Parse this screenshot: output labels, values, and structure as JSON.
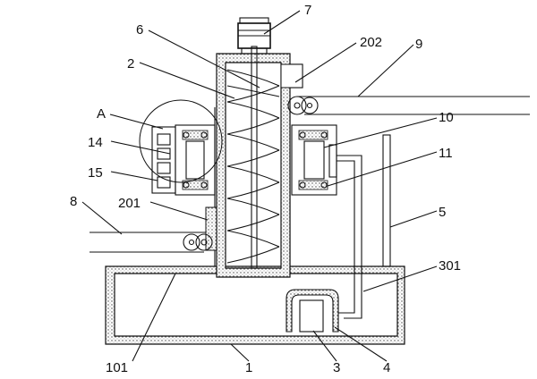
{
  "labels": {
    "l7": "7",
    "l6": "6",
    "l202": "202",
    "l9": "9",
    "l2": "2",
    "lA": "A",
    "l10": "10",
    "l14": "14",
    "l11": "11",
    "l15": "15",
    "l201": "201",
    "l8": "8",
    "l5": "5",
    "l301": "301",
    "l101": "101",
    "l1": "1",
    "l3": "3",
    "l4": "4"
  }
}
